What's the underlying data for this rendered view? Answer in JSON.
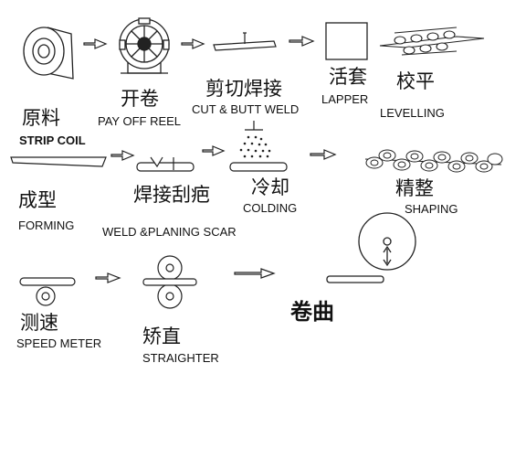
{
  "steps": {
    "strip_coil": {
      "cn": "原料",
      "en": "STRIP COIL"
    },
    "pay_off_reel": {
      "cn": "开卷",
      "en": "PAY OFF REEL"
    },
    "cut_butt_weld": {
      "cn": "剪切焊接",
      "en": "CUT & BUTT WELD"
    },
    "lapper": {
      "cn": "活套",
      "en": "LAPPER"
    },
    "levelling": {
      "cn": "校平",
      "en": "LEVELLING"
    },
    "forming": {
      "cn": "成型",
      "en": "FORMING"
    },
    "weld_planing": {
      "cn": "焊接刮疤",
      "en": "WELD &PLANING SCAR"
    },
    "colding": {
      "cn": "冷却",
      "en": "COLDING"
    },
    "shaping": {
      "cn": "精整",
      "en": "SHAPING"
    },
    "speed_meter": {
      "cn": "测速",
      "en": "SPEED METER"
    },
    "straighter": {
      "cn": "矫直",
      "en": "STRAIGHTER"
    },
    "coiling": {
      "cn": "卷曲"
    }
  }
}
